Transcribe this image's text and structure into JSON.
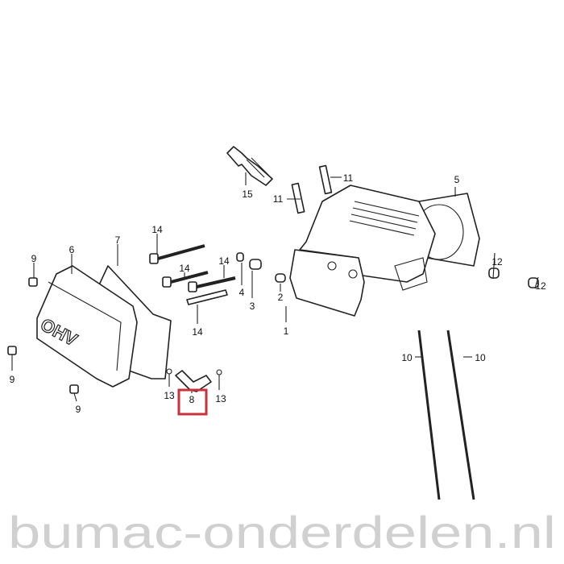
{
  "diagram": {
    "cover_marking": "OHV",
    "watermark": "bumac-onderdelen.nl",
    "highlight_color": "#c8323c",
    "highlighted_part": "8",
    "labels": {
      "l15": "15",
      "l11a": "11",
      "l11b": "11",
      "l5": "5",
      "l14a": "14",
      "l7": "7",
      "l6": "6",
      "l9a": "9",
      "l14b": "14",
      "l14c": "14",
      "l4": "4",
      "l3": "3",
      "l2": "2",
      "l1": "1",
      "l12a": "12",
      "l12b": "12",
      "l14d": "14",
      "l10a": "10",
      "l10b": "10",
      "l9b": "9",
      "l9c": "9",
      "l13a": "13",
      "l8": "8",
      "l13b": "13"
    }
  }
}
